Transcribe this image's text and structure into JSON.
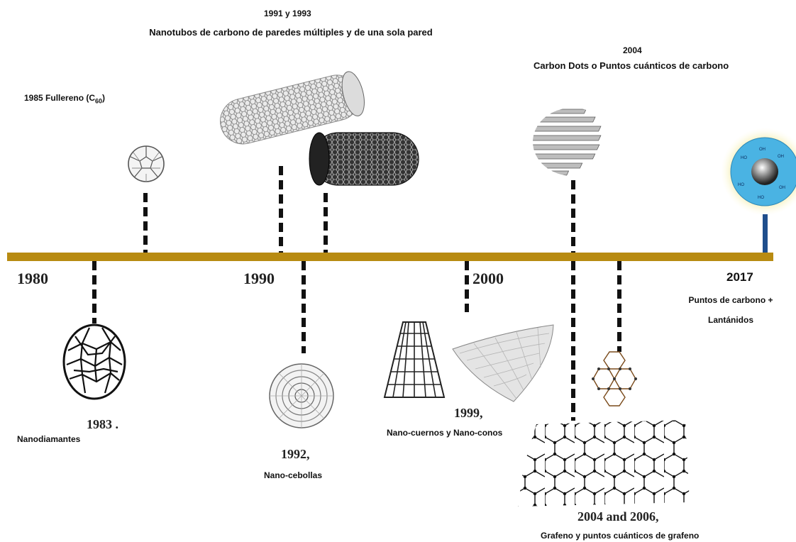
{
  "timeline": {
    "axis_years": [
      "1980",
      "1990",
      "2000"
    ],
    "end_year": "2017",
    "colors": {
      "axis": "#b88b12",
      "marker_2017": "#1f4e8c",
      "glow_2017": "#e8e07a",
      "dot_2017": "#4ab3e3"
    }
  },
  "events": {
    "fullerene": {
      "label_prefix": "1985 Fullereno (C",
      "label_sub": "60",
      "label_suffix": ")",
      "icon": "fullerene-icon"
    },
    "nanotubes": {
      "year": "1991 y 1993",
      "label": "Nanotubos de carbono de paredes múltiples y de una sola pared",
      "icon": "nanotube-icon"
    },
    "carbon_dots": {
      "year": "2004",
      "label": "Carbon Dots o  Puntos cuánticos de carbono",
      "icon": "carbon-dot-icon"
    },
    "lanthanides": {
      "year": "2017",
      "label_line1": "Puntos de carbono +",
      "label_line2": "Lantánidos",
      "icon": "carbon-dot-lanthanide-icon"
    },
    "nanodiamonds": {
      "year": "1983 .",
      "label": "Nanodiamantes",
      "icon": "nanodiamond-icon"
    },
    "nanoonions": {
      "year": "1992,",
      "label": "Nano-cebollas",
      "icon": "nano-onion-icon"
    },
    "nanohorns": {
      "year": "1999,",
      "label": "Nano-cuernos y Nano-conos",
      "icon": "nanocone-icon"
    },
    "graphene": {
      "year": "2004 and 2006,",
      "label": "Grafeno y puntos cuánticos de grafeno",
      "icon": "graphene-sheet-icon"
    }
  }
}
